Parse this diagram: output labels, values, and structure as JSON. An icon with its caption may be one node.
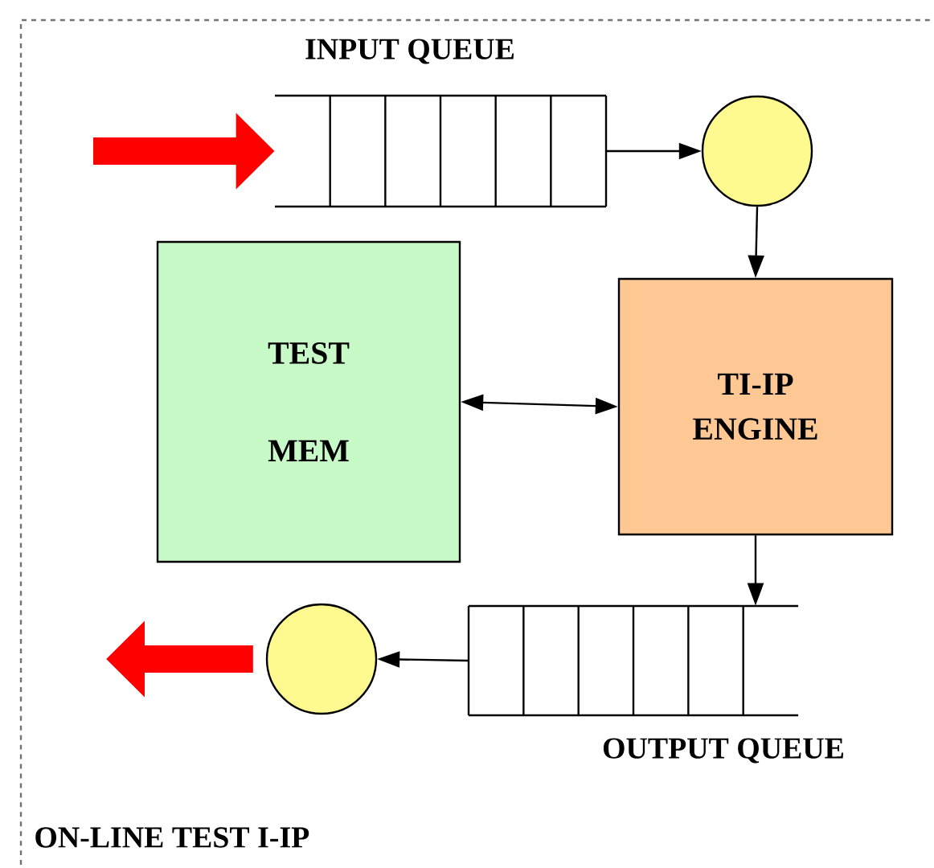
{
  "diagram": {
    "nodes": [
      {
        "text": [
          "ON-LINE TEST I-IP"
        ]
      },
      {
        "text": [
          "INPUT QUEUE"
        ],
        "in": 0
      },
      {
        "text": [],
        "shape": "circle",
        "in": 0
      },
      {
        "text": [
          "TEST MEM"
        ],
        "in": 0
      },
      {
        "text": [
          "TI-IP ENGINE"
        ],
        "in": 0
      },
      {
        "text": [
          "OUTPUT QUEUE"
        ],
        "in": 0
      },
      {
        "text": [],
        "shape": "circle",
        "in": 0
      }
    ],
    "edges": [
      {
        "from": null,
        "to": 1,
        "arrow": "to",
        "style": "thick",
        "color": "#ff0000"
      },
      {
        "from": 1,
        "to": 2,
        "arrow": "to"
      },
      {
        "from": 2,
        "to": 4,
        "arrow": "to"
      },
      {
        "from": 3,
        "to": 4,
        "arrow": "both"
      },
      {
        "from": 4,
        "to": 5,
        "arrow": "to"
      },
      {
        "from": 5,
        "to": 6,
        "arrow": "to"
      },
      {
        "from": 6,
        "to": null,
        "arrow": "to",
        "style": "thick",
        "color": "#ff0000"
      }
    ]
  }
}
